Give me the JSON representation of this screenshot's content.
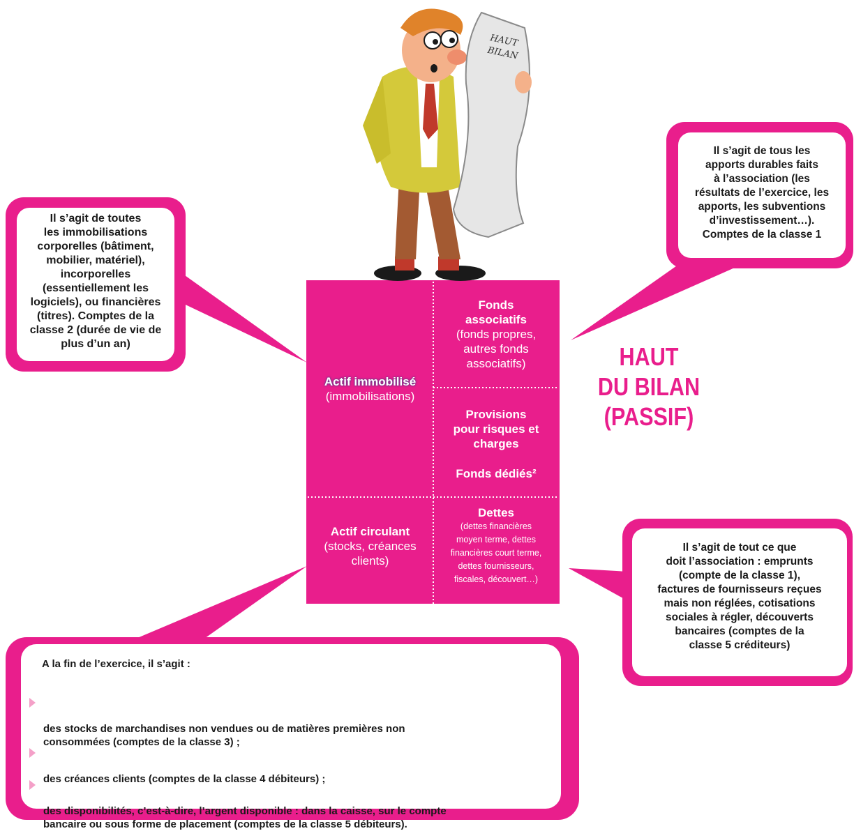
{
  "figure": {
    "paper_text": "HAUT\nBILAN"
  },
  "callouts": {
    "left": "Il s’agit de toutes\nles immobilisations\ncorporelles (bâtiment,\nmobilier, matériel),\nincorporelles\n(essentiellement les\nlogiciels), ou financières\n(titres). Comptes de la\nclasse 2 (durée de vie de\nplus d’un an)",
    "top_right": "Il s’agit de tous les\napports durables faits\nà l’association (les\nrésultats de l’exercice, les\napports, les subventions\nd’investissement…).\nComptes de la classe 1",
    "bottom_right": "Il s’agit de tout ce que\ndoit l’association : emprunts\n(compte de la classe 1),\nfactures de fournisseurs reçues\nmais non réglées, cotisations\nsociales à régler, découverts\nbancaires (comptes de la\nclasse 5 créditeurs)"
  },
  "bilan": {
    "actif_immobilise_title": "Actif immobilisé",
    "actif_immobilise_sub": "(immobilisations)",
    "fonds_associatifs_title": "Fonds\nassociatifs",
    "fonds_associatifs_sub": "(fonds propres,\nautres fonds\nassociatifs)",
    "provisions_title": "Provisions\npour risques et\ncharges",
    "fonds_dedies": "Fonds dédiés²",
    "actif_circulant_title": "Actif circulant",
    "actif_circulant_sub": "(stocks, créances\nclients)",
    "dettes_title": "Dettes",
    "dettes_sub": "(dettes financières\nmoyen terme, dettes\nfinancières court terme,\ndettes fournisseurs,\nfiscales, découvert…)"
  },
  "title": "HAUT\nDU BILAN\n(PASSIF)",
  "bottom": {
    "intro": "A la fin de l’exercice, il s’agit :",
    "bullets": [
      "des stocks de marchandises non vendues ou de matières premières non\nconsommées (comptes de la classe 3) ;",
      "des créances clients (comptes de la classe 4 débiteurs) ;",
      "des disponibilités, c’est-à-dire, l’argent disponible : dans la caisse, sur le compte\nbancaire ou sous forme de placement (comptes de la classe 5 débiteurs)."
    ]
  },
  "colors": {
    "magenta": "#e91e8c"
  }
}
